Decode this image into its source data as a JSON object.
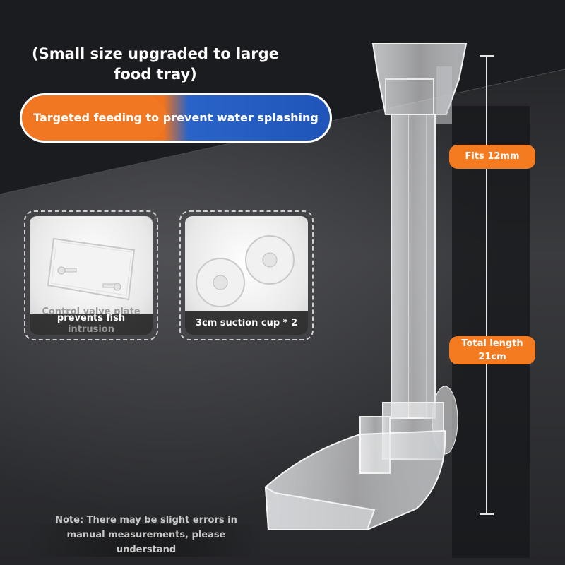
{
  "headline": {
    "line1": "(Small size upgraded to large",
    "line2": "food tray)"
  },
  "banner": {
    "text": "Targeted feeding to prevent water splashing",
    "left_color": "#f17722",
    "right_color": "#1f55b8"
  },
  "cards": [
    {
      "label_line1": "Control valve plate",
      "label_line2": "prevents fish",
      "label_line3": "intrusion"
    },
    {
      "label": "3cm suction cup * 2"
    }
  ],
  "badges": {
    "fits": "Fits 12mm",
    "length_line1": "Total length",
    "length_line2": "21cm",
    "color": "#f47b20"
  },
  "note": {
    "line1": "Note: There may be slight errors in",
    "line2": "manual measurements, please",
    "line3": "understand"
  },
  "icons": {
    "product": "fish-feeder-illustration",
    "plate": "valve-plate-illustration",
    "suction": "suction-cup-illustration"
  }
}
